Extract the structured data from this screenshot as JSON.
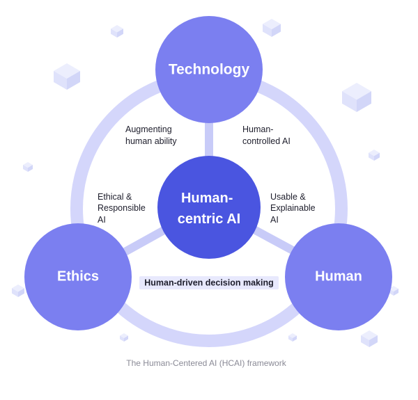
{
  "colors": {
    "ring": "#d4d6fb",
    "connector": "#c8cbf8",
    "node_outer": "#7b7ff0",
    "node_center": "#4a55e0",
    "cube_light": "#eceefd",
    "cube_mid": "#dfe2fb",
    "cube_dark": "#d2d6f8",
    "highlight": "#e8e9fd"
  },
  "nodes": {
    "center": {
      "lines": [
        "Human-",
        "centric AI"
      ]
    },
    "technology": {
      "label": "Technology"
    },
    "ethics": {
      "label": "Ethics"
    },
    "human": {
      "label": "Human"
    }
  },
  "relations": {
    "tech_left": {
      "lines": [
        "Augmenting",
        "human ability"
      ]
    },
    "tech_right": {
      "lines": [
        "Human-",
        "controlled AI"
      ]
    },
    "ethics_rel": {
      "lines": [
        "Ethical &",
        "Responsible",
        "AI"
      ]
    },
    "human_rel": {
      "lines": [
        "Usable &",
        "Explainable",
        "AI"
      ]
    },
    "bottom": {
      "label": "Human-driven decision making"
    }
  },
  "caption": "The Human-Centered AI (HCAI) framework"
}
